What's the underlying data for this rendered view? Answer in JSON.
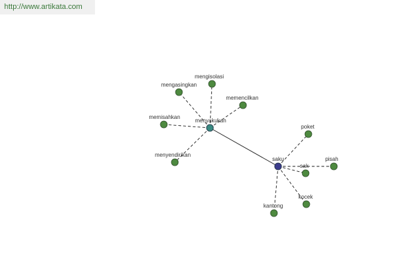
{
  "header": {
    "url": "http://www.artikata.com"
  },
  "colors": {
    "leaf_node": "#4e8a40",
    "hub_primary": "#3a8a82",
    "hub_secondary": "#3c3c8c",
    "edge": "#222222"
  },
  "graph": {
    "hubs": [
      {
        "id": "menyakukan",
        "label": "menyakukan",
        "kind": "hub_primary"
      },
      {
        "id": "saku",
        "label": "saku",
        "kind": "hub_secondary"
      }
    ],
    "hub_link": [
      "menyakukan",
      "saku"
    ],
    "leaves": [
      {
        "id": "mengisolasi",
        "label": "mengisolasi",
        "hub": "menyakukan"
      },
      {
        "id": "mengasingkan",
        "label": "mengasingkan",
        "hub": "menyakukan"
      },
      {
        "id": "memencilkan",
        "label": "memencilkan",
        "hub": "menyakukan"
      },
      {
        "id": "memisahkan",
        "label": "memisahkan",
        "hub": "menyakukan"
      },
      {
        "id": "menyendirikan",
        "label": "menyendirikan",
        "hub": "menyakukan"
      },
      {
        "id": "poket",
        "label": "poket",
        "hub": "saku"
      },
      {
        "id": "pisah",
        "label": "pisah",
        "hub": "saku"
      },
      {
        "id": "sak",
        "label": "sak",
        "hub": "saku"
      },
      {
        "id": "kocek",
        "label": "kocek",
        "hub": "saku"
      },
      {
        "id": "kantong",
        "label": "kantong",
        "hub": "saku"
      }
    ]
  }
}
